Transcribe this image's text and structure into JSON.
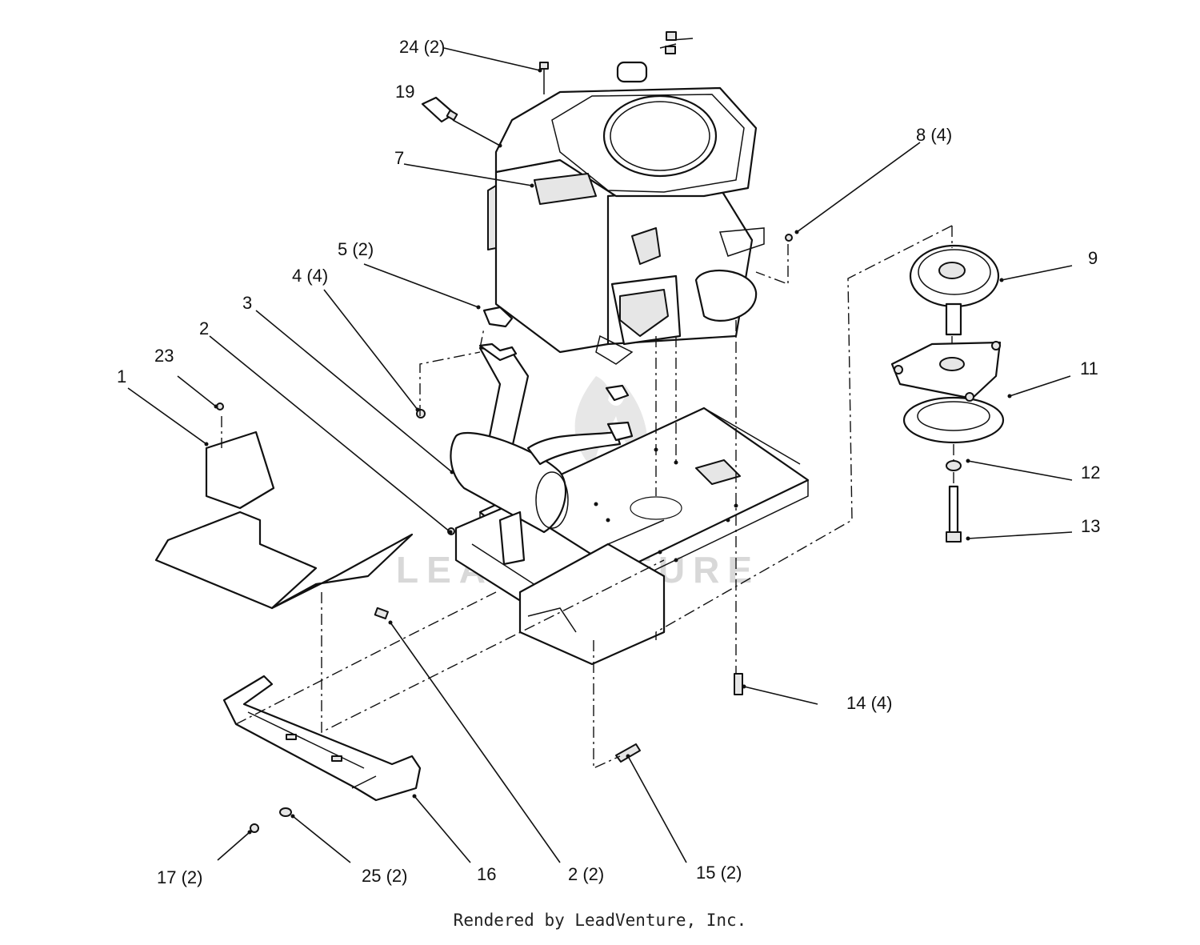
{
  "diagram": {
    "watermark": "LEADVENTURE",
    "footer": "Rendered by LeadVenture, Inc.",
    "callouts": [
      {
        "id": "24",
        "text": "24 (2)"
      },
      {
        "id": "19",
        "text": "19"
      },
      {
        "id": "7",
        "text": "7"
      },
      {
        "id": "8",
        "text": "8 (4)"
      },
      {
        "id": "9",
        "text": "9"
      },
      {
        "id": "5",
        "text": "5 (2)"
      },
      {
        "id": "4",
        "text": "4 (4)"
      },
      {
        "id": "3",
        "text": "3"
      },
      {
        "id": "2",
        "text": "2"
      },
      {
        "id": "23",
        "text": "23"
      },
      {
        "id": "1",
        "text": "1"
      },
      {
        "id": "11",
        "text": "11"
      },
      {
        "id": "12",
        "text": "12"
      },
      {
        "id": "13",
        "text": "13"
      },
      {
        "id": "14",
        "text": "14 (4)"
      },
      {
        "id": "15",
        "text": "15 (2)"
      },
      {
        "id": "17",
        "text": "17 (2)"
      },
      {
        "id": "25",
        "text": "25 (2)"
      },
      {
        "id": "16",
        "text": "16"
      },
      {
        "id": "2b",
        "text": "2 (2)"
      }
    ]
  }
}
